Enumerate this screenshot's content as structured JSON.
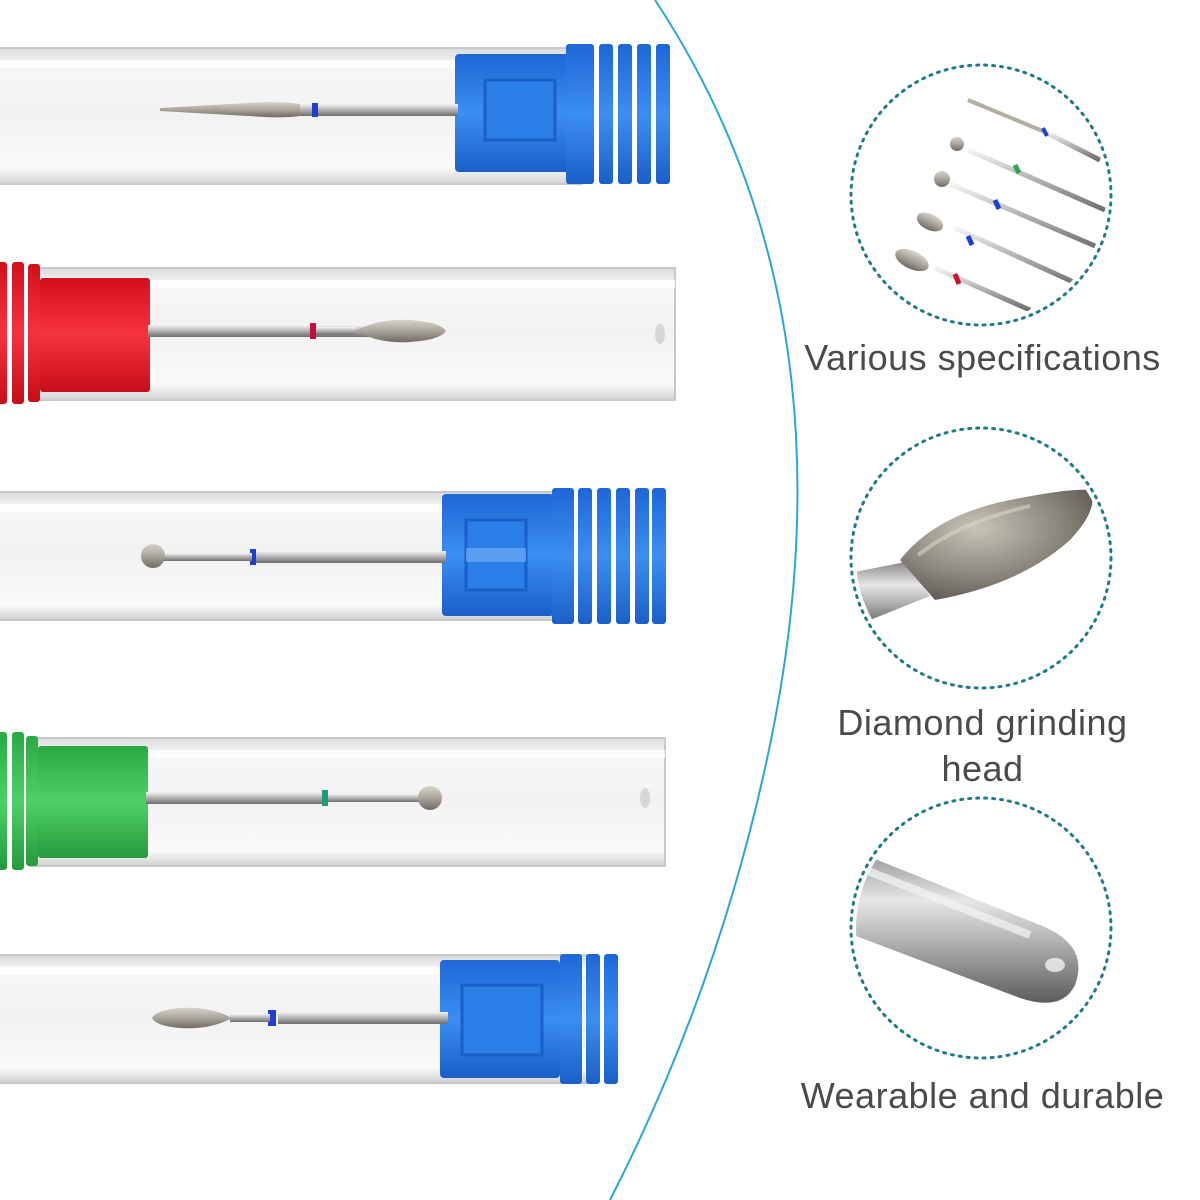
{
  "captions": {
    "various": "Various specifications",
    "diamond_line1": "Diamond grinding",
    "diamond_line2": "head",
    "wearable": "Wearable and durable"
  },
  "colors": {
    "blue_cap": "#2f7fe6",
    "red_cap": "#ef1f2a",
    "green_cap": "#3ec256",
    "arc_line": "#2aa6d6",
    "dotted_circle": "#1f7a8c",
    "caption_text": "#4a4a4a"
  },
  "products": [
    {
      "cap": "blue",
      "head": "cone",
      "band": "blue"
    },
    {
      "cap": "red",
      "head": "flame",
      "band": "red"
    },
    {
      "cap": "blue",
      "head": "ball",
      "band": "blue"
    },
    {
      "cap": "green",
      "head": "ball",
      "band": "green"
    },
    {
      "cap": "blue",
      "head": "flame",
      "band": "blue"
    }
  ]
}
